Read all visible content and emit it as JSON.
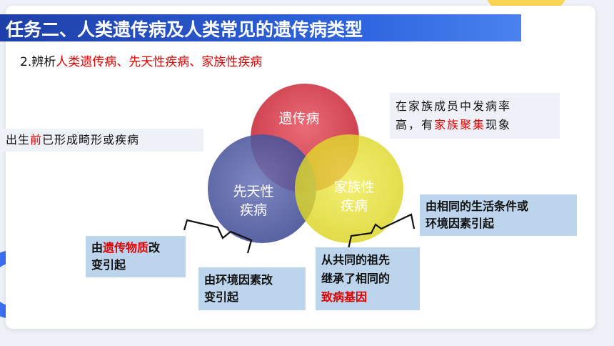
{
  "header": {
    "title": "任务二、人类遗传病及人类常见的遗传病类型"
  },
  "subtitle": {
    "prefix": "2.辨析",
    "highlight": "人类遗传病、先天性疾病、家族性疾病"
  },
  "venn": {
    "top_circle": "遗传病",
    "left_circle_line1": "先天性",
    "left_circle_line2": "疾病",
    "right_circle_line1": "家族性",
    "right_circle_line2": "疾病",
    "colors": {
      "top": "#d6404f",
      "left": "#4f5aa3",
      "right": "#e3dd27"
    }
  },
  "notes": {
    "congenital_def": {
      "a": "出生",
      "b": "前",
      "c": "已形成畸形或疾病"
    },
    "familial_def": {
      "line1": "在家族成员中发病率",
      "line2a": "高，有",
      "line2b": "家族聚集",
      "line2c": "现象"
    },
    "genetic_cause": {
      "a": "由",
      "b": "遗传物质",
      "c": "改",
      "d": "变引起"
    },
    "env_cause_congenital": {
      "line1": "由环境因素改",
      "line2": "变引起"
    },
    "shared_ancestor": {
      "line1": "从共同的祖先",
      "line2": "继承了相同的",
      "line3": "致病基因"
    },
    "shared_environment": {
      "line1": "由相同的生活条件或",
      "line2": "环境因素引起"
    }
  }
}
